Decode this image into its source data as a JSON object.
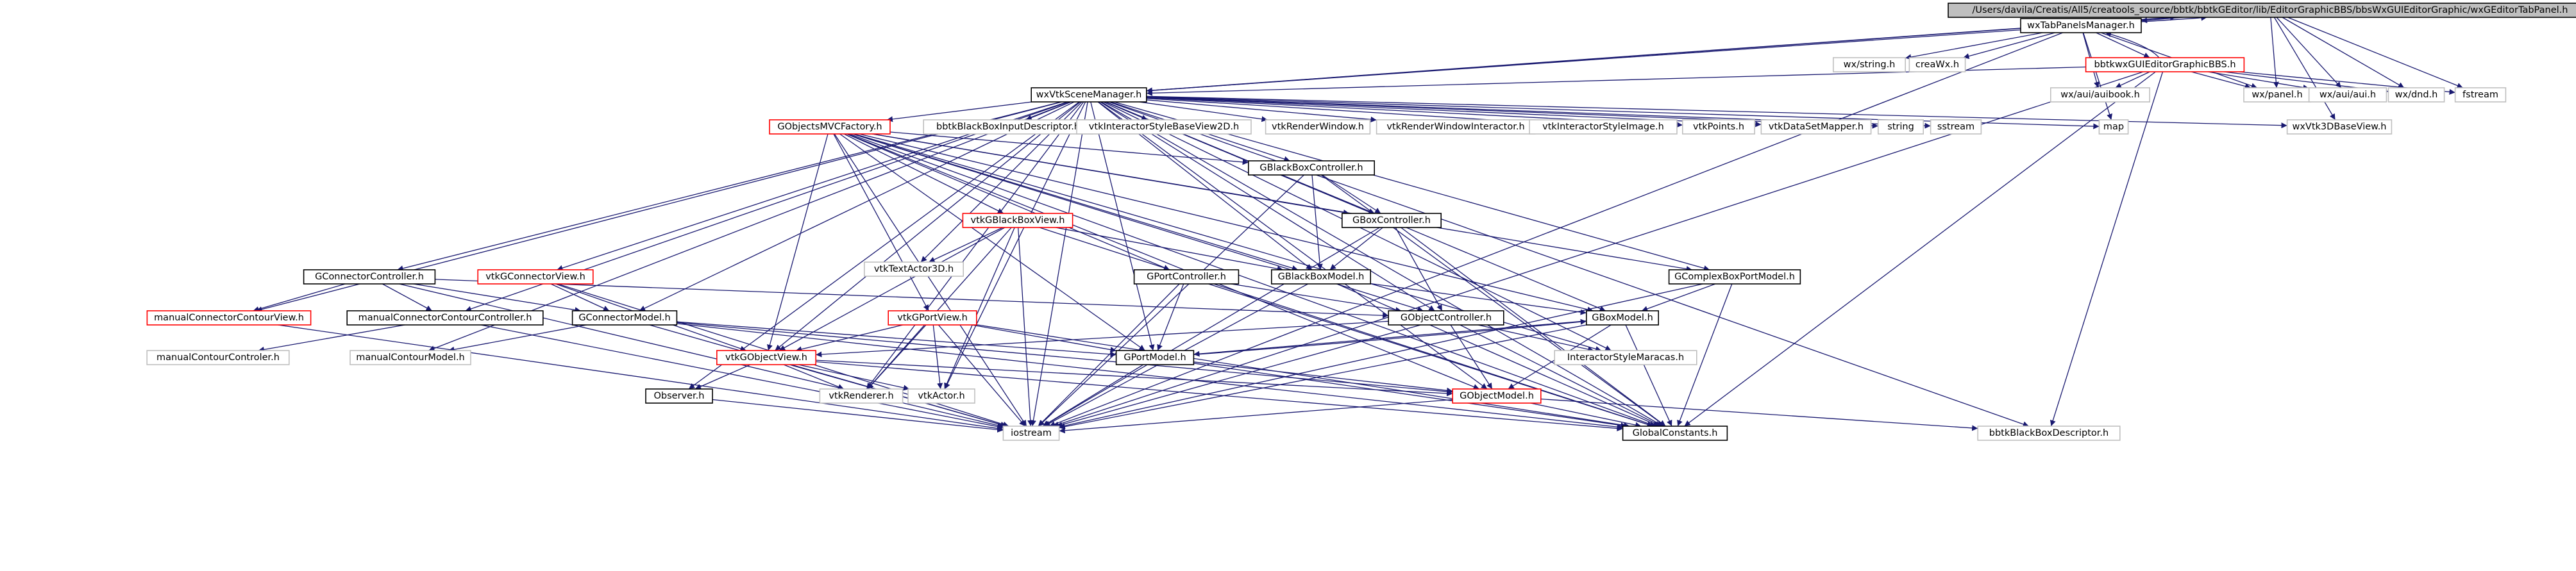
{
  "diagram": {
    "colors": {
      "background": "#ffffff",
      "edge": "#191970",
      "root_fill": "#bfbfbf",
      "root_border": "#000000",
      "documented_border": "#000000",
      "missing_border": "#ff0000",
      "undocumented_border": "#bfbfbf",
      "text": "#000000"
    },
    "nodes": [
      {
        "id": "root",
        "label": "/Users/davila/Creatis/All5/creatools_source/bbtk/bbtkGEditor/lib/EditorGraphicBBS/bbsWxGUIEditorGraphic/wxGEditorTabPanel.h",
        "style": "root"
      },
      {
        "id": "wxTabPanelsManager",
        "label": "wxTabPanelsManager.h",
        "style": "documented"
      },
      {
        "id": "wxstring",
        "label": "wx/string.h",
        "style": "undocumented"
      },
      {
        "id": "creaWx",
        "label": "creaWx.h",
        "style": "undocumented"
      },
      {
        "id": "wxGUIEditorGraphicBBS",
        "label": "bbtkwxGUIEditorGraphicBBS.h",
        "style": "missing"
      },
      {
        "id": "wxauibook",
        "label": "wx/aui/auibook.h",
        "style": "undocumented"
      },
      {
        "id": "wxpanel",
        "label": "wx/panel.h",
        "style": "undocumented"
      },
      {
        "id": "wxauiaui",
        "label": "wx/aui/aui.h",
        "style": "undocumented"
      },
      {
        "id": "wxdnd",
        "label": "wx/dnd.h",
        "style": "undocumented"
      },
      {
        "id": "fstream",
        "label": "fstream",
        "style": "undocumented"
      },
      {
        "id": "wxVtkSceneManager",
        "label": "wxVtkSceneManager.h",
        "style": "documented"
      },
      {
        "id": "map",
        "label": "map",
        "style": "undocumented"
      },
      {
        "id": "wxVtk3DBaseView",
        "label": "wxVtk3DBaseView.h",
        "style": "undocumented"
      },
      {
        "id": "GObjectsMVCFactory",
        "label": "GObjectsMVCFactory.h",
        "style": "missing"
      },
      {
        "id": "bbtkBlackBoxInputDescriptor",
        "label": "bbtkBlackBoxInputDescriptor.h",
        "style": "undocumented"
      },
      {
        "id": "vtkInteractorStyleBaseView2D",
        "label": "vtkInteractorStyleBaseView2D.h",
        "style": "undocumented"
      },
      {
        "id": "vtkRenderWindow",
        "label": "vtkRenderWindow.h",
        "style": "undocumented"
      },
      {
        "id": "vtkRenderWindowInteractor",
        "label": "vtkRenderWindowInteractor.h",
        "style": "undocumented"
      },
      {
        "id": "vtkInteractorStyleImage",
        "label": "vtkInteractorStyleImage.h",
        "style": "undocumented"
      },
      {
        "id": "vtkPoints",
        "label": "vtkPoints.h",
        "style": "undocumented"
      },
      {
        "id": "vtkDataSetMapper",
        "label": "vtkDataSetMapper.h",
        "style": "undocumented"
      },
      {
        "id": "string",
        "label": "string",
        "style": "undocumented"
      },
      {
        "id": "sstream",
        "label": "sstream",
        "style": "undocumented"
      },
      {
        "id": "GBlackBoxController",
        "label": "GBlackBoxController.h",
        "style": "documented"
      },
      {
        "id": "vtkGBlackBoxView",
        "label": "vtkGBlackBoxView.h",
        "style": "missing"
      },
      {
        "id": "GBoxController",
        "label": "GBoxController.h",
        "style": "documented"
      },
      {
        "id": "vtkTextActor3D",
        "label": "vtkTextActor3D.h",
        "style": "undocumented"
      },
      {
        "id": "GConnectorController",
        "label": "GConnectorController.h",
        "style": "documented"
      },
      {
        "id": "vtkGConnectorView",
        "label": "vtkGConnectorView.h",
        "style": "missing"
      },
      {
        "id": "GPortController",
        "label": "GPortController.h",
        "style": "documented"
      },
      {
        "id": "GBlackBoxModel",
        "label": "GBlackBoxModel.h",
        "style": "documented"
      },
      {
        "id": "GComplexBoxPortModel",
        "label": "GComplexBoxPortModel.h",
        "style": "documented"
      },
      {
        "id": "manualConnectorContourView",
        "label": "manualConnectorContourView.h",
        "style": "missing"
      },
      {
        "id": "manualConnectorContourController",
        "label": "manualConnectorContourController.h",
        "style": "documented"
      },
      {
        "id": "GConnectorModel",
        "label": "GConnectorModel.h",
        "style": "documented"
      },
      {
        "id": "vtkGPortView",
        "label": "vtkGPortView.h",
        "style": "missing"
      },
      {
        "id": "GObjectController",
        "label": "GObjectController.h",
        "style": "documented"
      },
      {
        "id": "GBoxModel",
        "label": "GBoxModel.h",
        "style": "documented"
      },
      {
        "id": "manualContourControler",
        "label": "manualContourControler.h",
        "style": "undocumented"
      },
      {
        "id": "manualContourModel",
        "label": "manualContourModel.h",
        "style": "undocumented"
      },
      {
        "id": "vtkGObjectView",
        "label": "vtkGObjectView.h",
        "style": "missing"
      },
      {
        "id": "GPortModel",
        "label": "GPortModel.h",
        "style": "documented"
      },
      {
        "id": "InteractorStyleMaracas",
        "label": "InteractorStyleMaracas.h",
        "style": "undocumented"
      },
      {
        "id": "Observer",
        "label": "Observer.h",
        "style": "documented"
      },
      {
        "id": "vtkRenderer",
        "label": "vtkRenderer.h",
        "style": "undocumented"
      },
      {
        "id": "vtkActor",
        "label": "vtkActor.h",
        "style": "undocumented"
      },
      {
        "id": "GObjectModel",
        "label": "GObjectModel.h",
        "style": "missing"
      },
      {
        "id": "iostream",
        "label": "iostream",
        "style": "undocumented"
      },
      {
        "id": "GlobalConstants",
        "label": "GlobalConstants.h",
        "style": "documented"
      },
      {
        "id": "bbtkBlackBoxDescriptor",
        "label": "bbtkBlackBoxDescriptor.h",
        "style": "undocumented"
      }
    ],
    "edges": [
      [
        "root",
        "wxTabPanelsManager"
      ],
      [
        "root",
        "wxVtkSceneManager"
      ],
      [
        "root",
        "wxpanel"
      ],
      [
        "root",
        "wxauiaui"
      ],
      [
        "root",
        "wxdnd"
      ],
      [
        "root",
        "fstream"
      ],
      [
        "root",
        "wxVtk3DBaseView"
      ],
      [
        "wxTabPanelsManager",
        "root"
      ],
      [
        "wxTabPanelsManager",
        "wxstring"
      ],
      [
        "wxTabPanelsManager",
        "creaWx"
      ],
      [
        "wxTabPanelsManager",
        "wxGUIEditorGraphicBBS"
      ],
      [
        "wxTabPanelsManager",
        "wxVtkSceneManager"
      ],
      [
        "wxTabPanelsManager",
        "wxpanel"
      ],
      [
        "wxTabPanelsManager",
        "map"
      ],
      [
        "wxTabPanelsManager",
        "wxauibook"
      ],
      [
        "wxTabPanelsManager",
        "iostream"
      ],
      [
        "wxGUIEditorGraphicBBS",
        "wxTabPanelsManager"
      ],
      [
        "wxGUIEditorGraphicBBS",
        "wxVtkSceneManager"
      ],
      [
        "wxGUIEditorGraphicBBS",
        "wxauibook"
      ],
      [
        "wxGUIEditorGraphicBBS",
        "wxpanel"
      ],
      [
        "wxGUIEditorGraphicBBS",
        "wxauiaui"
      ],
      [
        "wxGUIEditorGraphicBBS",
        "wxdnd"
      ],
      [
        "wxGUIEditorGraphicBBS",
        "fstream"
      ],
      [
        "wxGUIEditorGraphicBBS",
        "bbtkBlackBoxDescriptor"
      ],
      [
        "wxGUIEditorGraphicBBS",
        "GlobalConstants"
      ],
      [
        "wxGUIEditorGraphicBBS",
        "iostream"
      ],
      [
        "wxVtkSceneManager",
        "root"
      ],
      [
        "wxVtkSceneManager",
        "wxVtk3DBaseView"
      ],
      [
        "wxVtkSceneManager",
        "map"
      ],
      [
        "wxVtkSceneManager",
        "GObjectsMVCFactory"
      ],
      [
        "wxVtkSceneManager",
        "bbtkBlackBoxInputDescriptor"
      ],
      [
        "wxVtkSceneManager",
        "vtkInteractorStyleBaseView2D"
      ],
      [
        "wxVtkSceneManager",
        "vtkRenderWindow"
      ],
      [
        "wxVtkSceneManager",
        "vtkRenderWindowInteractor"
      ],
      [
        "wxVtkSceneManager",
        "vtkInteractorStyleImage"
      ],
      [
        "wxVtkSceneManager",
        "vtkPoints"
      ],
      [
        "wxVtkSceneManager",
        "vtkDataSetMapper"
      ],
      [
        "wxVtkSceneManager",
        "string"
      ],
      [
        "wxVtkSceneManager",
        "sstream"
      ],
      [
        "wxVtkSceneManager",
        "bbtkBlackBoxDescriptor"
      ],
      [
        "wxVtkSceneManager",
        "GlobalConstants"
      ],
      [
        "wxVtkSceneManager",
        "iostream"
      ],
      [
        "wxVtkSceneManager",
        "GBlackBoxController"
      ],
      [
        "wxVtkSceneManager",
        "GConnectorController"
      ],
      [
        "wxVtkSceneManager",
        "vtkGConnectorView"
      ],
      [
        "wxVtkSceneManager",
        "GConnectorModel"
      ],
      [
        "wxVtkSceneManager",
        "manualConnectorContourView"
      ],
      [
        "wxVtkSceneManager",
        "manualConnectorContourController"
      ],
      [
        "wxVtkSceneManager",
        "manualContourModel"
      ],
      [
        "wxVtkSceneManager",
        "GComplexBoxPortModel"
      ],
      [
        "wxVtkSceneManager",
        "GBoxModel"
      ],
      [
        "wxVtkSceneManager",
        "GObjectController"
      ],
      [
        "wxVtkSceneManager",
        "GBoxController"
      ],
      [
        "wxVtkSceneManager",
        "GPortModel"
      ],
      [
        "wxVtkSceneManager",
        "vtkGObjectView"
      ],
      [
        "wxVtkSceneManager",
        "Observer"
      ],
      [
        "wxVtkSceneManager",
        "vtkRenderer"
      ],
      [
        "wxVtkSceneManager",
        "vtkActor"
      ],
      [
        "wxVtkSceneManager",
        "GObjectModel"
      ],
      [
        "wxVtkSceneManager",
        "InteractorStyleMaracas"
      ],
      [
        "wxVtkSceneManager",
        "vtkTextActor3D"
      ],
      [
        "wxVtkSceneManager",
        "GBlackBoxModel"
      ],
      [
        "GObjectsMVCFactory",
        "GBlackBoxController"
      ],
      [
        "GObjectsMVCFactory",
        "vtkGBlackBoxView"
      ],
      [
        "GObjectsMVCFactory",
        "GBoxController"
      ],
      [
        "GObjectsMVCFactory",
        "GBlackBoxModel"
      ],
      [
        "GObjectsMVCFactory",
        "GPortController"
      ],
      [
        "GObjectsMVCFactory",
        "vtkGPortView"
      ],
      [
        "GObjectsMVCFactory",
        "GPortModel"
      ],
      [
        "GObjectsMVCFactory",
        "GObjectController"
      ],
      [
        "GObjectsMVCFactory",
        "vtkGObjectView"
      ],
      [
        "GObjectsMVCFactory",
        "GObjectModel"
      ],
      [
        "GObjectsMVCFactory",
        "GBoxModel"
      ],
      [
        "GObjectsMVCFactory",
        "GComplexBoxPortModel"
      ],
      [
        "GObjectsMVCFactory",
        "InteractorStyleMaracas"
      ],
      [
        "GObjectsMVCFactory",
        "GlobalConstants"
      ],
      [
        "GObjectsMVCFactory",
        "iostream"
      ],
      [
        "GBlackBoxController",
        "GBoxController"
      ],
      [
        "GBlackBoxController",
        "GBlackBoxModel"
      ],
      [
        "GBlackBoxController",
        "GlobalConstants"
      ],
      [
        "GBlackBoxController",
        "iostream"
      ],
      [
        "vtkGBlackBoxView",
        "GBlackBoxModel"
      ],
      [
        "vtkGBlackBoxView",
        "vtkTextActor3D"
      ],
      [
        "vtkGBlackBoxView",
        "vtkActor"
      ],
      [
        "vtkGBlackBoxView",
        "vtkRenderer"
      ],
      [
        "vtkGBlackBoxView",
        "vtkGObjectView"
      ],
      [
        "vtkGBlackBoxView",
        "GlobalConstants"
      ],
      [
        "vtkGBlackBoxView",
        "iostream"
      ],
      [
        "GBoxController",
        "GBlackBoxModel"
      ],
      [
        "GBoxController",
        "GObjectController"
      ],
      [
        "GBoxController",
        "GlobalConstants"
      ],
      [
        "GBoxController",
        "iostream"
      ],
      [
        "GConnectorController",
        "manualConnectorContourView"
      ],
      [
        "GConnectorController",
        "manualConnectorContourController"
      ],
      [
        "GConnectorController",
        "GConnectorModel"
      ],
      [
        "GConnectorController",
        "GObjectController"
      ],
      [
        "GConnectorController",
        "iostream"
      ],
      [
        "vtkGConnectorView",
        "GConnectorModel"
      ],
      [
        "vtkGConnectorView",
        "vtkGObjectView"
      ],
      [
        "vtkGConnectorView",
        "iostream"
      ],
      [
        "GPortController",
        "GPortModel"
      ],
      [
        "GPortController",
        "GObjectController"
      ],
      [
        "GPortController",
        "GlobalConstants"
      ],
      [
        "GPortController",
        "iostream"
      ],
      [
        "GBlackBoxModel",
        "GBoxModel"
      ],
      [
        "GBlackBoxModel",
        "GlobalConstants"
      ],
      [
        "GBlackBoxModel",
        "iostream"
      ],
      [
        "GComplexBoxPortModel",
        "GBoxModel"
      ],
      [
        "GComplexBoxPortModel",
        "GlobalConstants"
      ],
      [
        "GComplexBoxPortModel",
        "iostream"
      ],
      [
        "manualConnectorContourView",
        "iostream"
      ],
      [
        "manualConnectorContourController",
        "manualContourControler"
      ],
      [
        "manualConnectorContourController",
        "iostream"
      ],
      [
        "GConnectorModel",
        "manualContourModel"
      ],
      [
        "GConnectorModel",
        "GPortModel"
      ],
      [
        "GConnectorModel",
        "GObjectModel"
      ],
      [
        "GConnectorModel",
        "GlobalConstants"
      ],
      [
        "GConnectorModel",
        "iostream"
      ],
      [
        "vtkGPortView",
        "GPortModel"
      ],
      [
        "vtkGPortView",
        "vtkGObjectView"
      ],
      [
        "vtkGPortView",
        "vtkRenderer"
      ],
      [
        "vtkGPortView",
        "vtkActor"
      ],
      [
        "vtkGPortView",
        "GlobalConstants"
      ],
      [
        "vtkGPortView",
        "iostream"
      ],
      [
        "GObjectController",
        "GObjectModel"
      ],
      [
        "GObjectController",
        "vtkGObjectView"
      ],
      [
        "GObjectController",
        "InteractorStyleMaracas"
      ],
      [
        "GObjectController",
        "GlobalConstants"
      ],
      [
        "GObjectController",
        "iostream"
      ],
      [
        "GBoxModel",
        "GPortModel"
      ],
      [
        "GBoxModel",
        "GObjectModel"
      ],
      [
        "GBoxModel",
        "GlobalConstants"
      ],
      [
        "GBoxModel",
        "iostream"
      ],
      [
        "vtkGObjectView",
        "Observer"
      ],
      [
        "vtkGObjectView",
        "vtkRenderer"
      ],
      [
        "vtkGObjectView",
        "vtkActor"
      ],
      [
        "vtkGObjectView",
        "GObjectModel"
      ],
      [
        "vtkGObjectView",
        "GlobalConstants"
      ],
      [
        "vtkGObjectView",
        "iostream"
      ],
      [
        "GPortModel",
        "GBoxModel"
      ],
      [
        "GPortModel",
        "GObjectModel"
      ],
      [
        "GPortModel",
        "GlobalConstants"
      ],
      [
        "GPortModel",
        "iostream"
      ],
      [
        "Observer",
        "iostream"
      ],
      [
        "GObjectModel",
        "GlobalConstants"
      ],
      [
        "GObjectModel",
        "bbtkBlackBoxDescriptor"
      ],
      [
        "GObjectModel",
        "iostream"
      ]
    ]
  }
}
